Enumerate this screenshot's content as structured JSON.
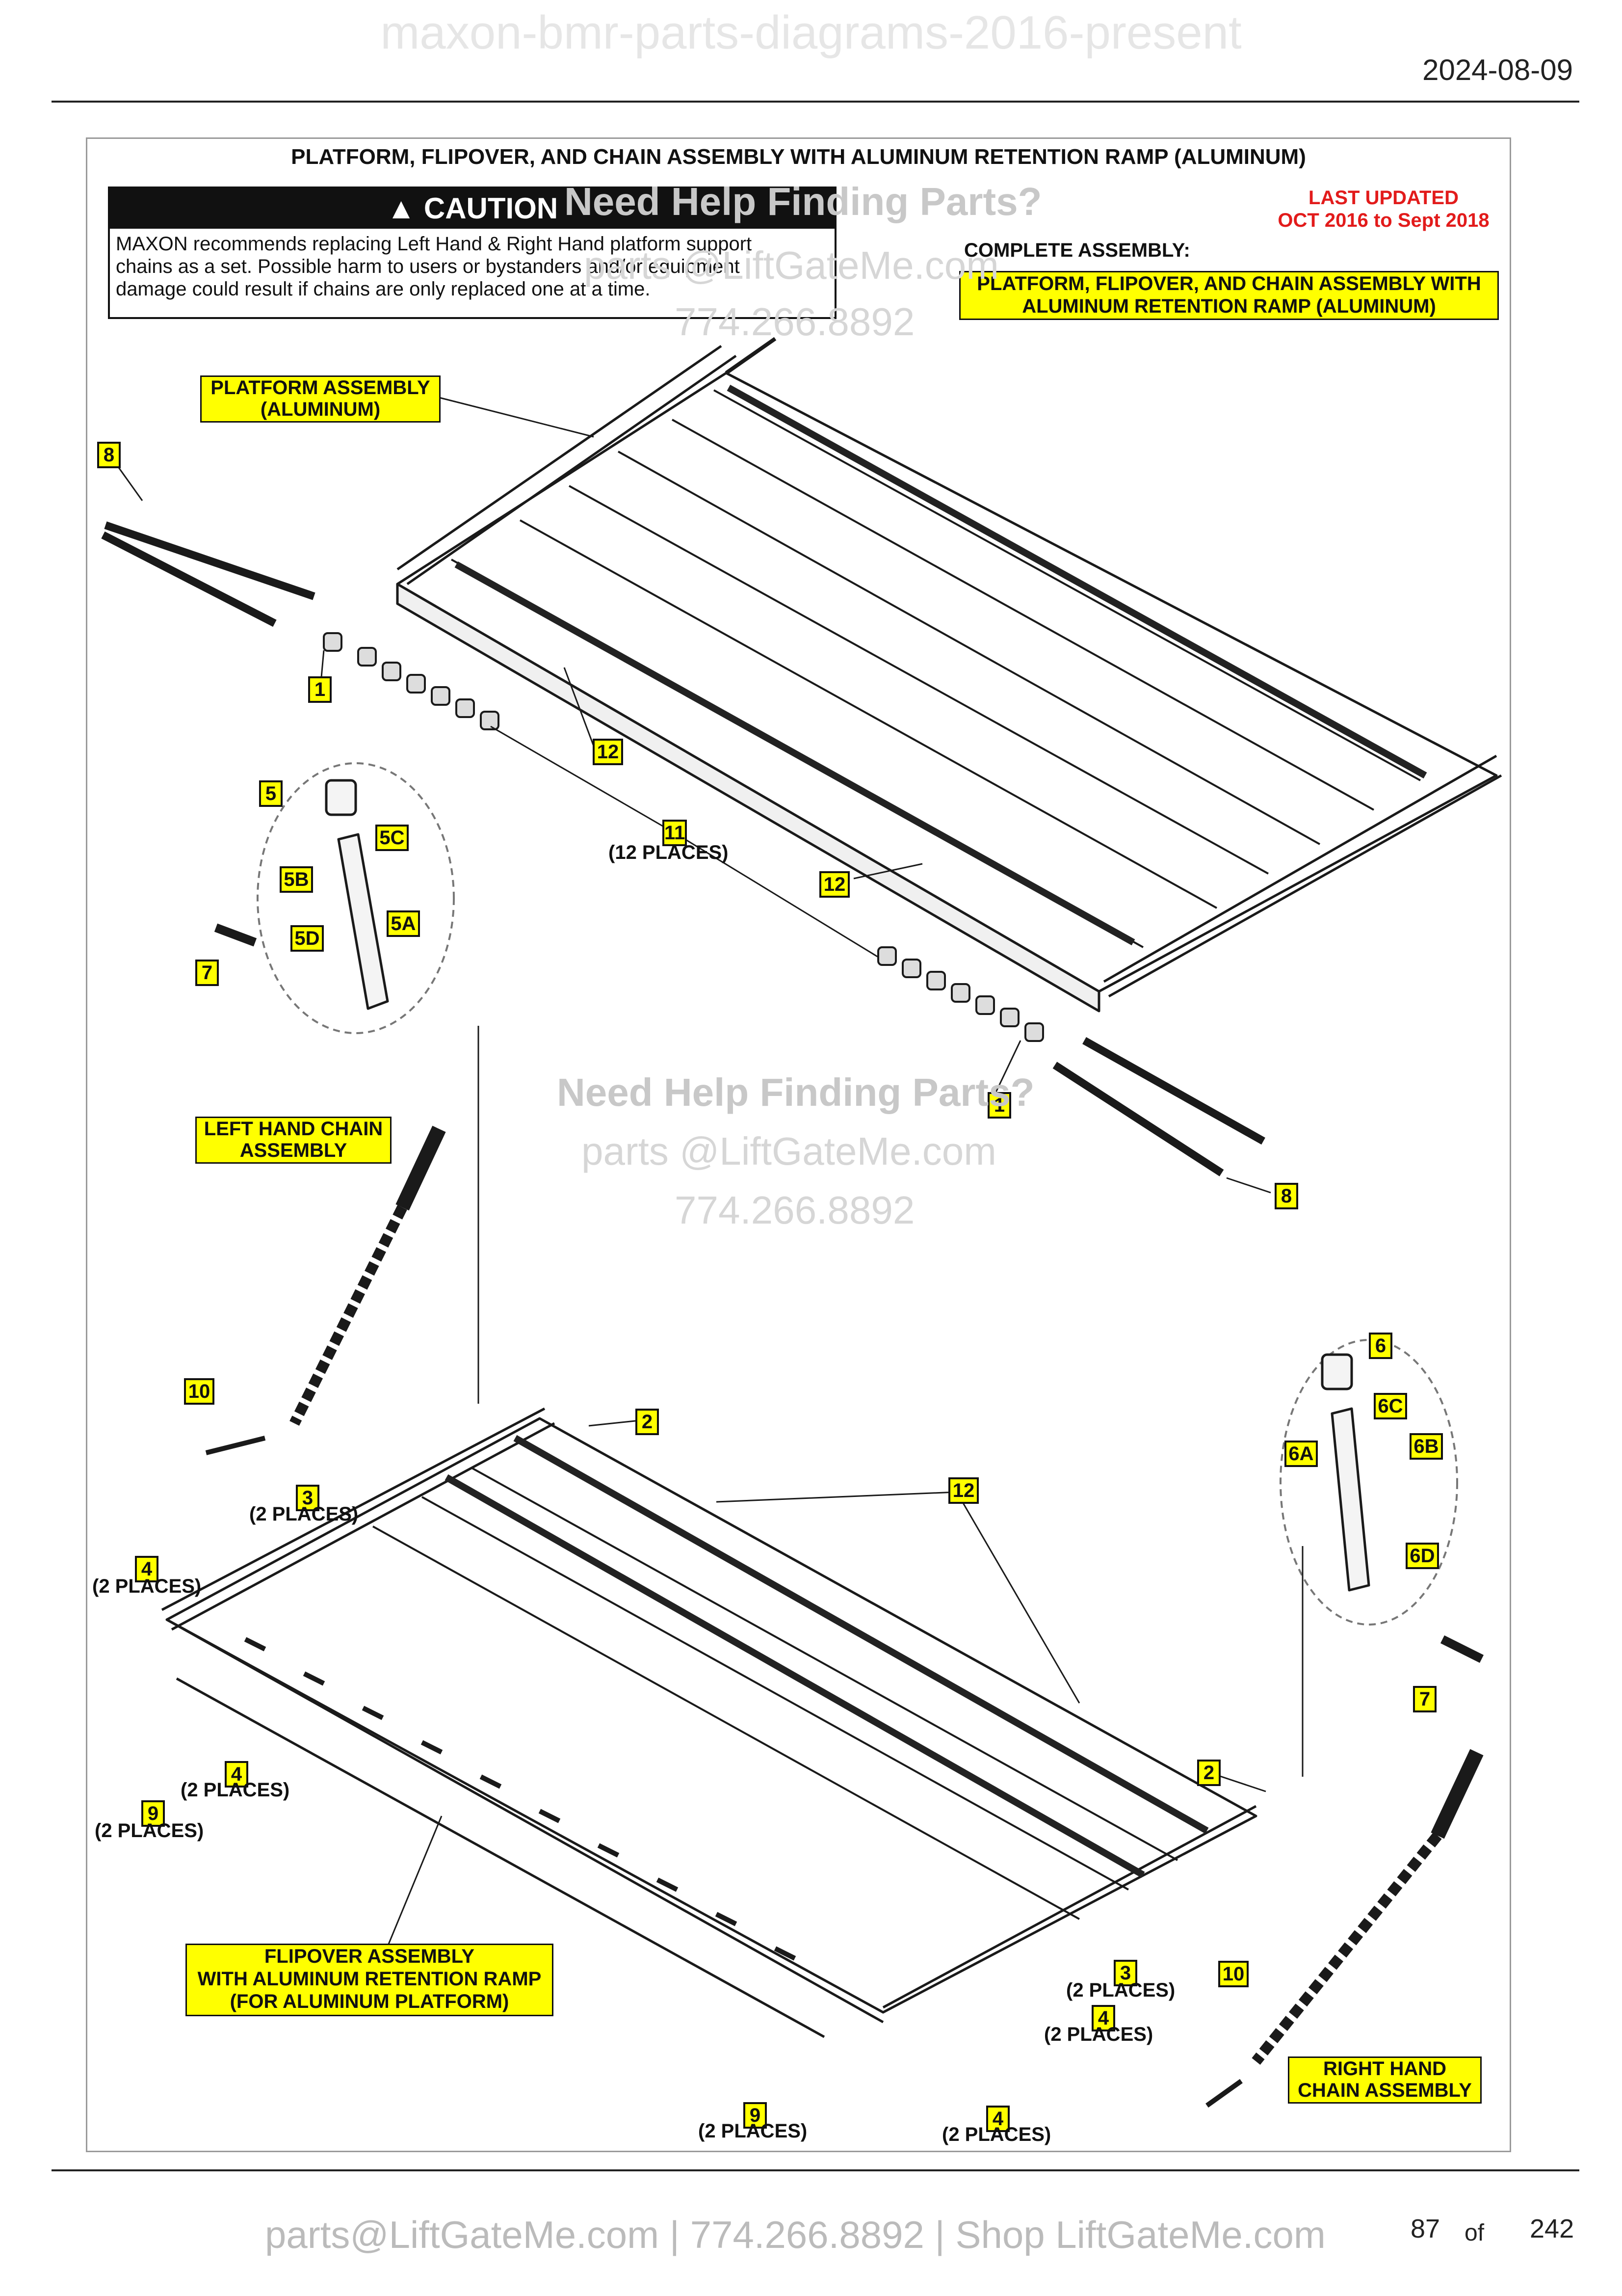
{
  "header": {
    "watermark_title": "maxon-bmr-parts-diagrams-2016-present",
    "date": "2024-08-09"
  },
  "diagram": {
    "title": "PLATFORM, FLIPOVER, AND CHAIN ASSEMBLY WITH ALUMINUM RETENTION RAMP (ALUMINUM)",
    "caution": {
      "heading": "CAUTION",
      "line1": "MAXON recommends replacing Left Hand & Right Hand platform support",
      "line2": "chains as a set. Possible harm to users or bystanders and/or equipment",
      "line3": "damage could result if chains are only replaced one at a time."
    },
    "last_updated": {
      "line1": "LAST UPDATED",
      "line2": "OCT 2016 to Sept 2018"
    },
    "complete_assembly": {
      "label": "COMPLETE ASSEMBLY:",
      "line1": "PLATFORM, FLIPOVER, AND CHAIN ASSEMBLY WITH",
      "line2": "ALUMINUM RETENTION RAMP (ALUMINUM)"
    },
    "labels": {
      "platform_1": "PLATFORM ASSEMBLY",
      "platform_2": "(ALUMINUM)",
      "lh_chain_1": "LEFT HAND CHAIN",
      "lh_chain_2": "ASSEMBLY",
      "flipover_1": "FLIPOVER ASSEMBLY",
      "flipover_2": "WITH ALUMINUM RETENTION RAMP",
      "flipover_3": "(FOR ALUMINUM PLATFORM)",
      "rh_chain_1": "RIGHT HAND",
      "rh_chain_2": "CHAIN ASSEMBLY"
    },
    "callouts": {
      "c8a": "8",
      "c1a": "1",
      "c12a": "12",
      "c11": "11",
      "c12b": "12",
      "c1b": "1",
      "c8b": "8",
      "c5": "5",
      "c5c": "5C",
      "c5b": "5B",
      "c5a": "5A",
      "c5d": "5D",
      "c7a": "7",
      "c10a": "10",
      "c3a": "3",
      "c4a": "4",
      "c4b": "4",
      "c9a": "9",
      "c2a": "2",
      "c12c": "12",
      "c2b": "2",
      "c6": "6",
      "c6c": "6C",
      "c6a": "6A",
      "c6b": "6B",
      "c6d": "6D",
      "c7b": "7",
      "c3b": "3",
      "c4c": "4",
      "c10b": "10",
      "c9b": "9",
      "c4d": "4"
    },
    "places": {
      "p11": "(12 PLACES)",
      "p3a": "(2 PLACES)",
      "p4a": "(2 PLACES)",
      "p4b": "(2 PLACES)",
      "p9a": "(2 PLACES)",
      "p3b": "(2 PLACES)",
      "p4c": "(2 PLACES)",
      "p9b": "(2 PLACES)",
      "p4d": "(2 PLACES)"
    },
    "watermark": {
      "a1": "Need Help Finding Parts?",
      "a2": "parts @LiftGateMe.com",
      "a3": "774.266.8892",
      "b1": "Need Help Finding Parts?",
      "b2": "parts @LiftGateMe.com",
      "b3": "774.266.8892"
    }
  },
  "footer": {
    "contact": "parts@LiftGateMe.com | 774.266.8892 | Shop LiftGateMe.com",
    "page": "87",
    "of": "of",
    "total": "242"
  }
}
